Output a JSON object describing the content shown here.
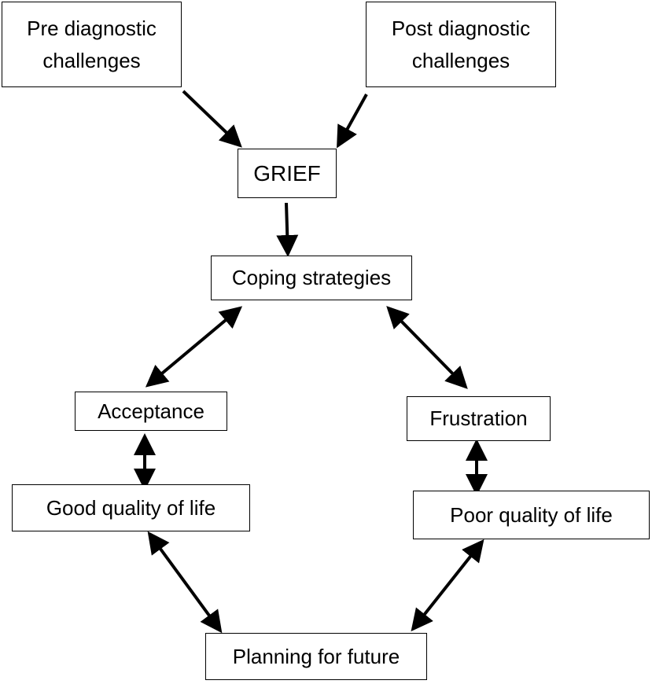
{
  "nodes": {
    "pre_diagnostic": "Pre diagnostic challenges",
    "post_diagnostic": "Post diagnostic challenges",
    "grief": "GRIEF",
    "coping": "Coping strategies",
    "acceptance": "Acceptance",
    "frustration": "Frustration",
    "good_quality": "Good quality of life",
    "poor_quality": "Poor quality of life",
    "planning": "Planning for future"
  },
  "edges": [
    {
      "from": "pre_diagnostic",
      "to": "grief",
      "direction": "one-way"
    },
    {
      "from": "post_diagnostic",
      "to": "grief",
      "direction": "one-way"
    },
    {
      "from": "grief",
      "to": "coping",
      "direction": "one-way"
    },
    {
      "from": "coping",
      "to": "acceptance",
      "direction": "two-way"
    },
    {
      "from": "coping",
      "to": "frustration",
      "direction": "two-way"
    },
    {
      "from": "acceptance",
      "to": "good_quality",
      "direction": "two-way"
    },
    {
      "from": "frustration",
      "to": "poor_quality",
      "direction": "two-way"
    },
    {
      "from": "good_quality",
      "to": "planning",
      "direction": "two-way"
    },
    {
      "from": "poor_quality",
      "to": "planning",
      "direction": "two-way"
    }
  ],
  "colors": {
    "line": "#000000",
    "box_border": "#000000",
    "background": "#ffffff"
  }
}
